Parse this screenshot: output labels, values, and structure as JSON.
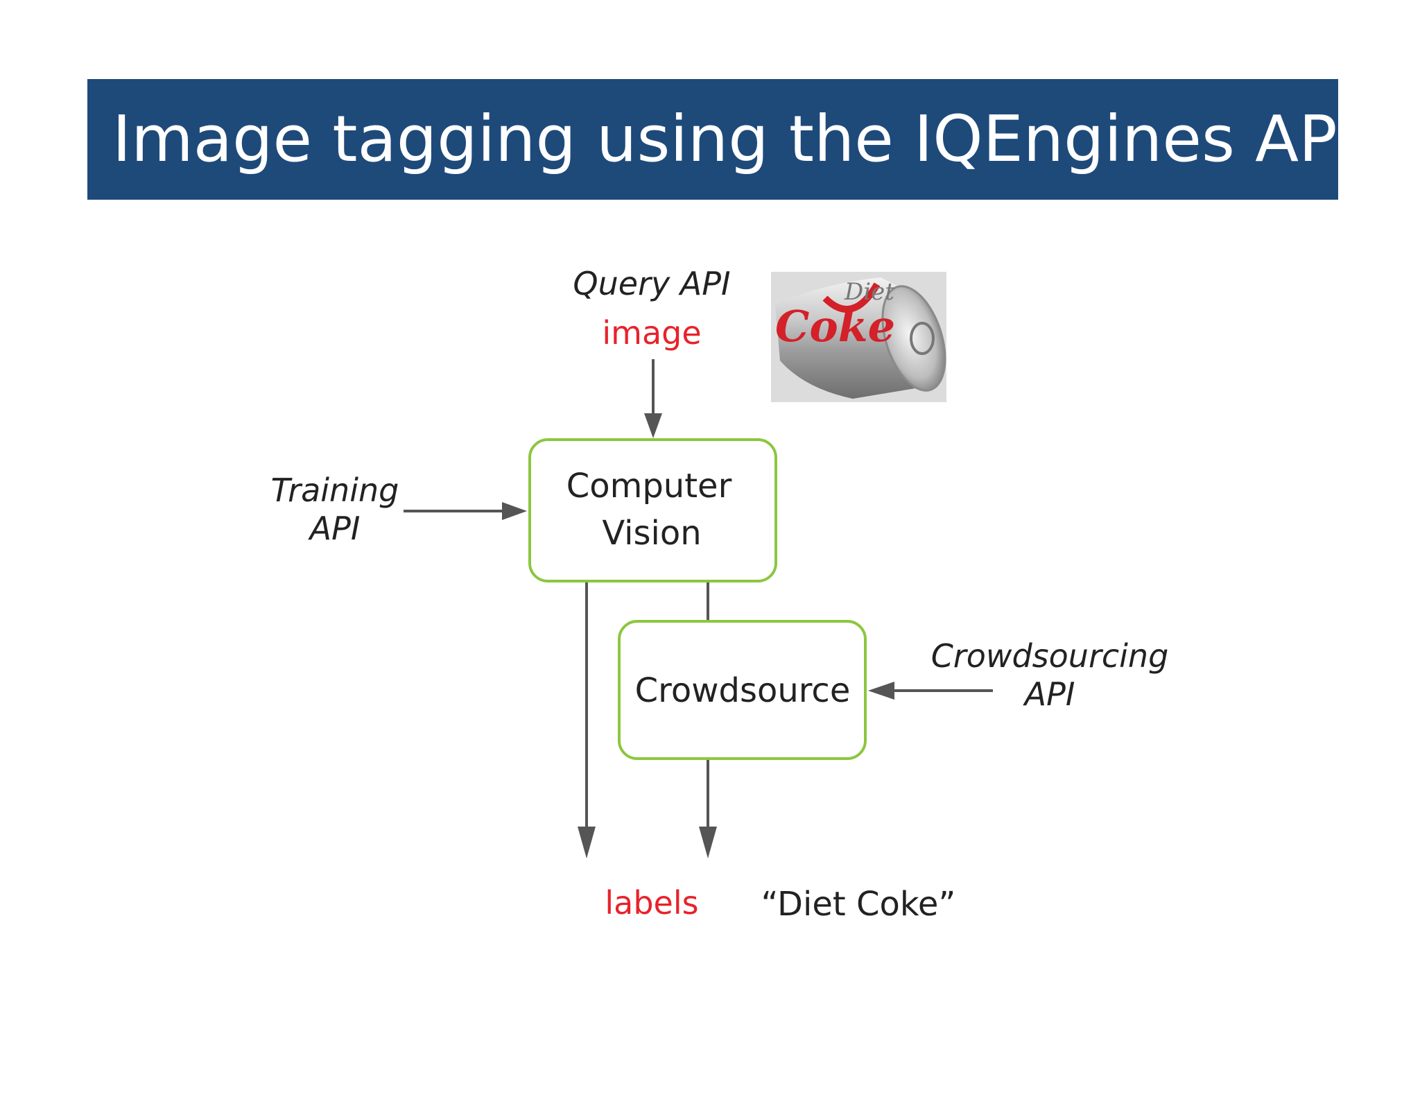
{
  "title": "Image tagging using the IQEngines API",
  "diagram": {
    "query_api": "Query API",
    "image_label": "image",
    "training_api_line1": "Training",
    "training_api_line2": "API",
    "computer_vision_line1": "Computer",
    "computer_vision_line2": "Vision",
    "crowdsource": "Crowdsource",
    "crowdsourcing_api_line1": "Crowdsourcing",
    "crowdsourcing_api_line2": "API",
    "labels": "labels",
    "result": "“Diet Coke”",
    "photo": {
      "brand_script": "Diet",
      "brand": "Coke"
    }
  },
  "colors": {
    "title_bar": "#1e4a7a",
    "box_border": "#8cc63f",
    "highlight_text": "#e8222a",
    "arrow": "#555555"
  }
}
